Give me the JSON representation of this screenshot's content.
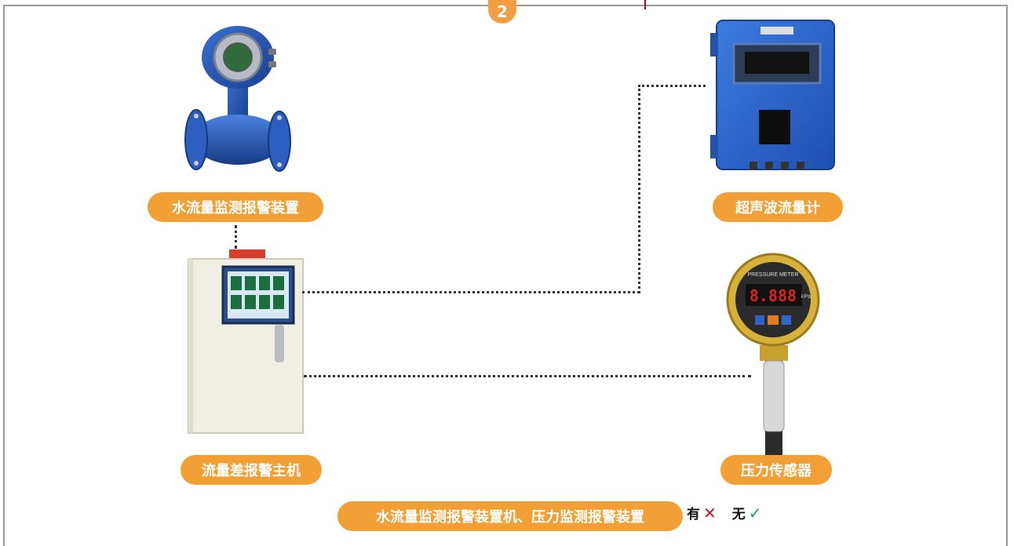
{
  "header": {
    "step_number": "2"
  },
  "devices": {
    "flowmeter_label": "水流量监测报警装置",
    "ultrasonic_label": "超声波流量计",
    "host_label": "流量差报警主机",
    "pressure_label": "压力传感器"
  },
  "pressure_meter": {
    "brand_text": "PRESSURE METER",
    "display": "8.888",
    "unit": "kPa"
  },
  "footer": {
    "condition_label": "水流量监测报警装置机、压力监测报警装置",
    "has_label": "有",
    "none_label": "无",
    "has_mark": "✕",
    "none_mark": "✓"
  },
  "colors": {
    "pill": "#f2a036",
    "cross": "#c0152a",
    "check": "#1aa34a",
    "frame": "#9a9a9a"
  }
}
